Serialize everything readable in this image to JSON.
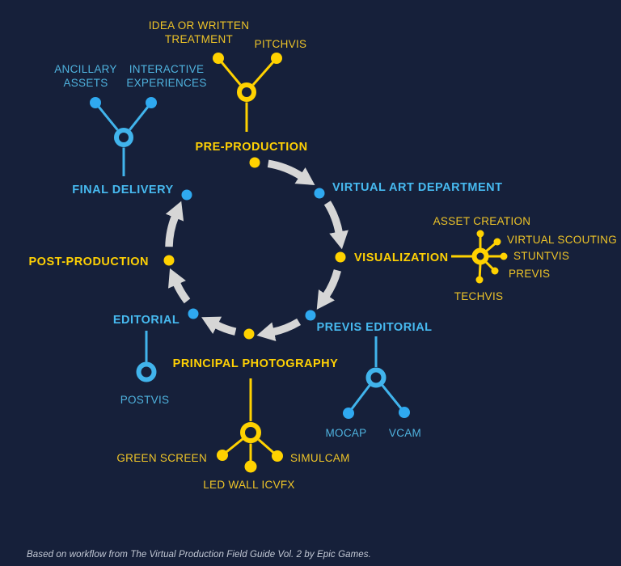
{
  "colors": {
    "background": "#16203A",
    "yellow": "#FFD200",
    "blue": "#41B4EC",
    "blue_node_dot": "#2FA9F0",
    "yellow_label": "#FFD104",
    "blue_label": "#47BAF0",
    "arrow_gray": "#D6D6D6",
    "footer_gray": "#C4CAD6"
  },
  "stages": {
    "pre_production": {
      "label": "PRE-PRODUCTION"
    },
    "virtual_art_department": {
      "label": "VIRTUAL ART DEPARTMENT"
    },
    "visualization": {
      "label": "VISUALIZATION"
    },
    "previs_editorial": {
      "label": "PREVIS EDITORIAL"
    },
    "principal_photography": {
      "label": "PRINCIPAL PHOTOGRAPHY"
    },
    "editorial": {
      "label": "EDITORIAL"
    },
    "post_production": {
      "label": "POST-PRODUCTION"
    },
    "final_delivery": {
      "label": "FINAL DELIVERY"
    }
  },
  "satellites": {
    "idea": {
      "line1": "IDEA OR WRITTEN",
      "line2": "TREATMENT"
    },
    "pitchvis": "PITCHVIS",
    "ancillary": {
      "line1": "ANCILLARY",
      "line2": "ASSETS"
    },
    "interactive": {
      "line1": "INTERACTIVE",
      "line2": "EXPERIENCES"
    },
    "asset_creation": "ASSET CREATION",
    "virtual_scouting": "VIRTUAL SCOUTING",
    "stuntvis": "STUNTVIS",
    "previs": "PREVIS",
    "techvis": "TECHVIS",
    "mocap": "MOCAP",
    "vcam": "VCAM",
    "green_screen": "GREEN SCREEN",
    "led_wall_icvfx": "LED WALL ICVFX",
    "simulcam": "SIMULCAM",
    "postvis": "POSTVIS"
  },
  "footer": {
    "credit": "Based on workflow from The Virtual Production Field Guide Vol. 2 by Epic Games."
  }
}
